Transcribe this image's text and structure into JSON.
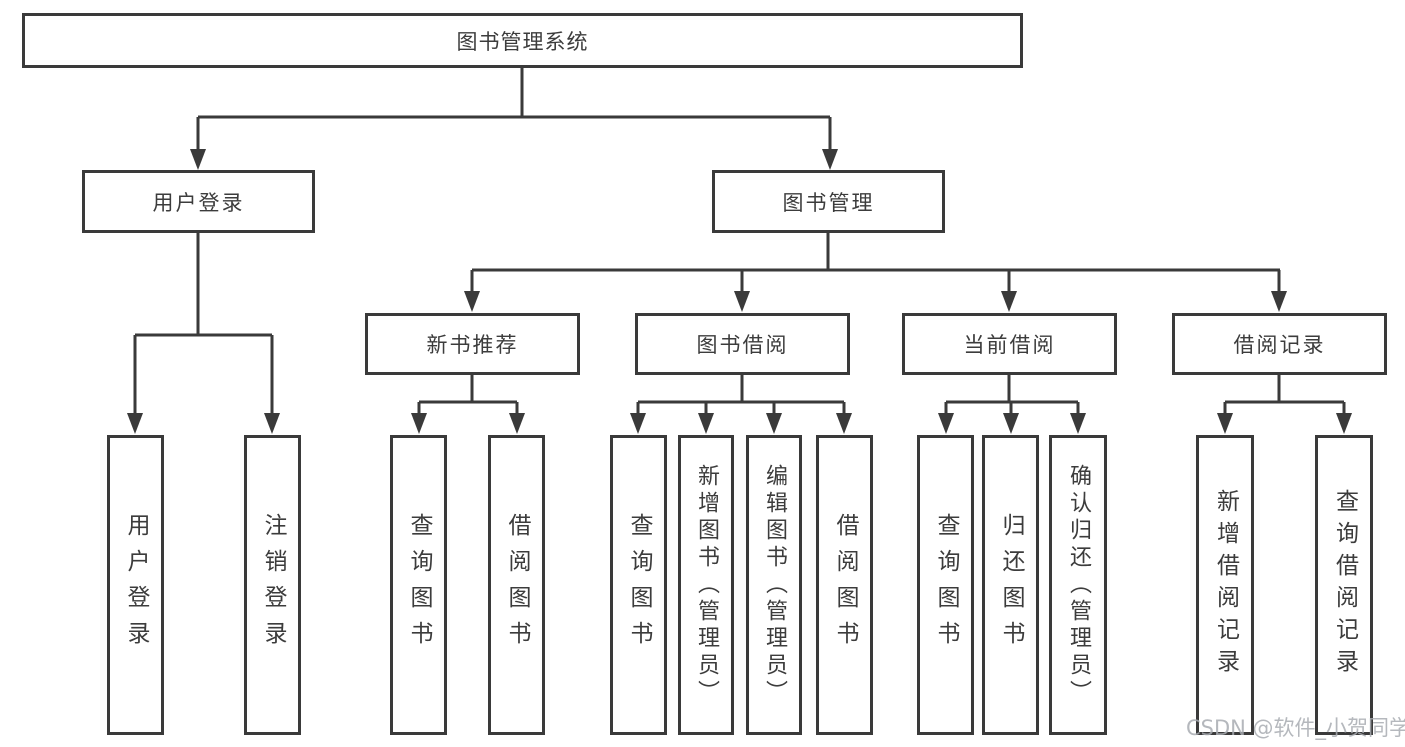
{
  "diagram_type": "hierarchy-tree",
  "tree": {
    "label": "图书管理系统",
    "children": [
      {
        "label": "用户登录",
        "children": [
          {
            "label": "用户登录"
          },
          {
            "label": "注销登录"
          }
        ]
      },
      {
        "label": "图书管理",
        "children": [
          {
            "label": "新书推荐",
            "children": [
              {
                "label": "查询图书"
              },
              {
                "label": "借阅图书"
              }
            ]
          },
          {
            "label": "图书借阅",
            "children": [
              {
                "label": "查询图书"
              },
              {
                "label": "新增图书（管理员）"
              },
              {
                "label": "编辑图书（管理员）"
              },
              {
                "label": "借阅图书"
              }
            ]
          },
          {
            "label": "当前借阅",
            "children": [
              {
                "label": "查询图书"
              },
              {
                "label": "归还图书"
              },
              {
                "label": "确认归还（管理员）"
              }
            ]
          },
          {
            "label": "借阅记录",
            "children": [
              {
                "label": "新增借阅记录"
              },
              {
                "label": "查询借阅记录"
              }
            ]
          }
        ]
      }
    ]
  },
  "watermark": {
    "text": "CSDN @软件_小贺同学"
  },
  "colors": {
    "line": "#3a3a3a",
    "text": "#3c3c3c",
    "background": "#ffffff",
    "watermark": "#a8acb2"
  }
}
